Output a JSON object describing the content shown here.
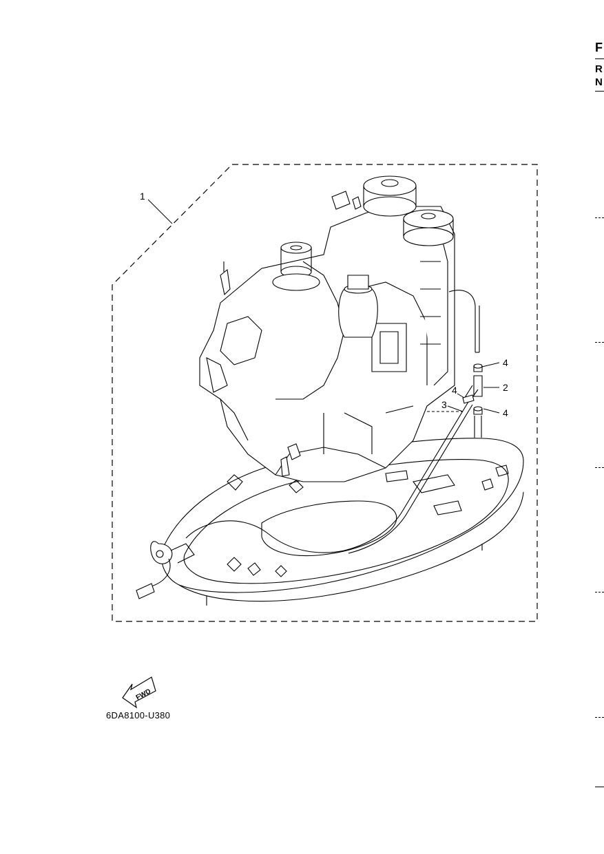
{
  "right_margin": {
    "letters": [
      "F",
      "R",
      "N"
    ]
  },
  "callouts": {
    "assembly": "1",
    "fitting": "2",
    "hose": "3",
    "clip_upper": "4",
    "clip_left": "4",
    "clip_lower": "4"
  },
  "fwd_label": "FWD",
  "diagram_code": "6DA8100-U380"
}
